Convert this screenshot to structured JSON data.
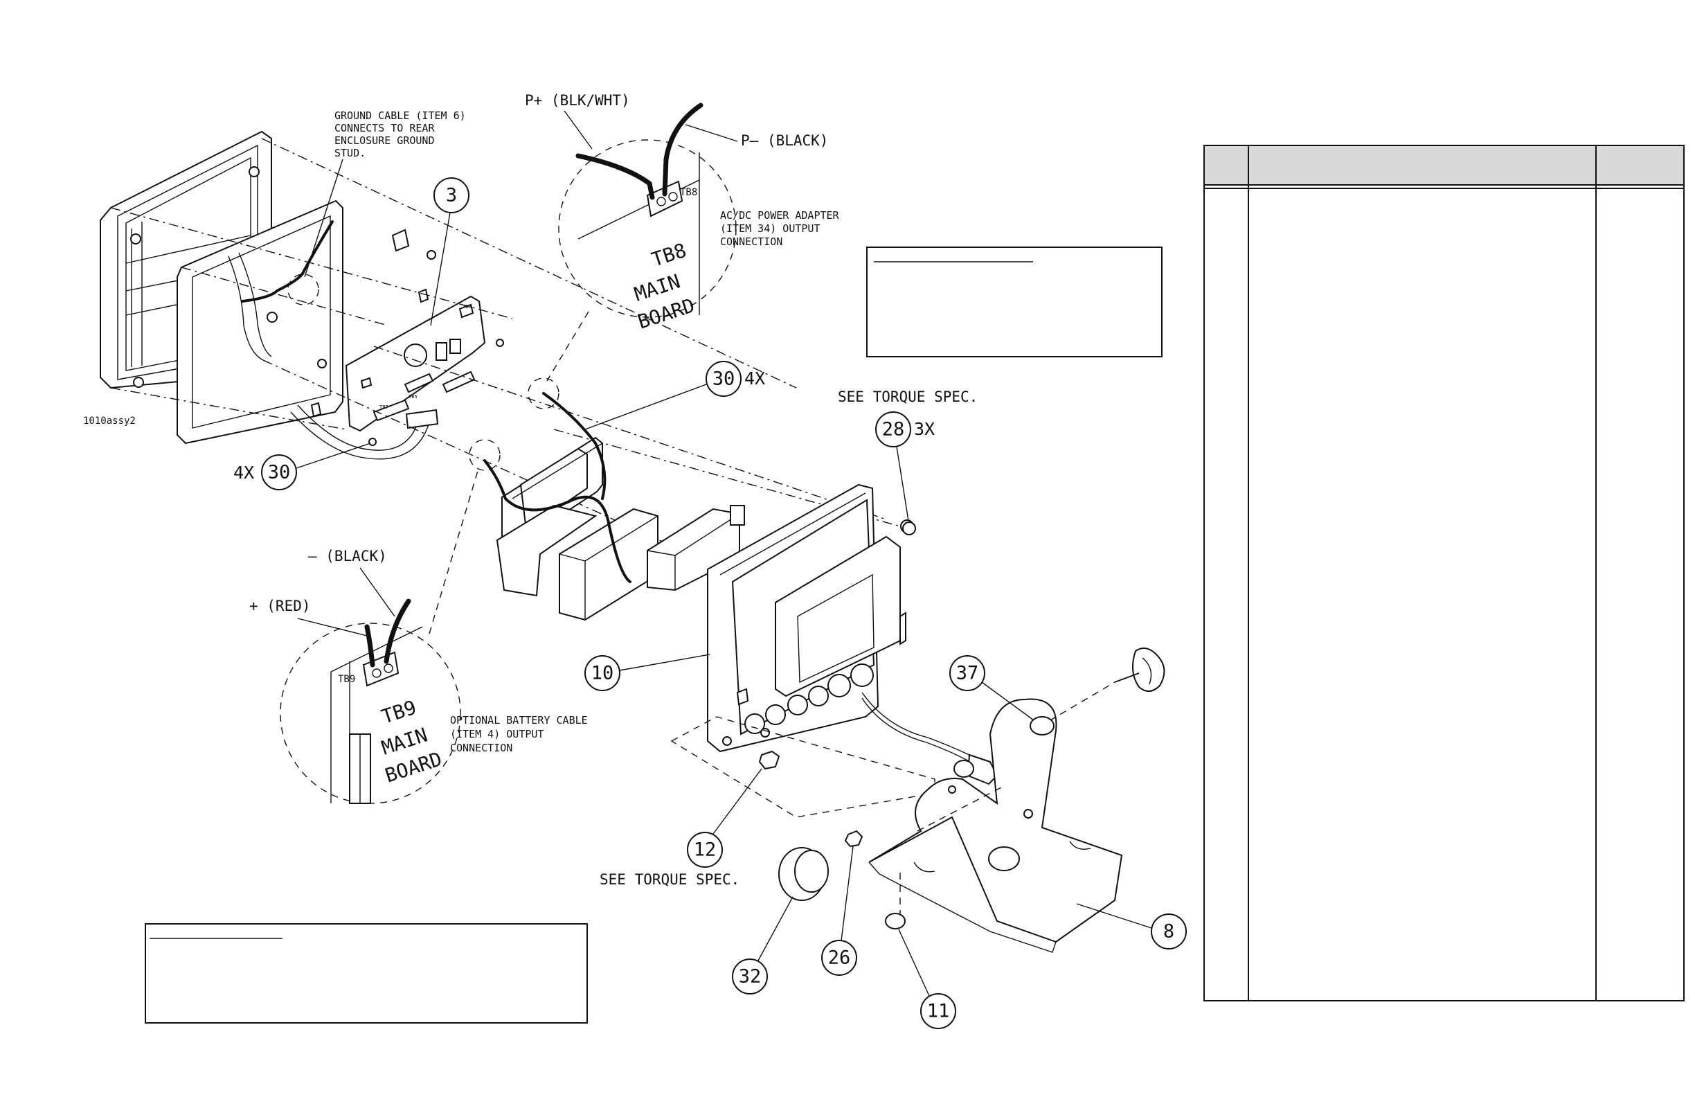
{
  "drawing": {
    "id_label": "1010assy2"
  },
  "callouts": [
    {
      "num": "3",
      "qty": ""
    },
    {
      "num": "30",
      "qty": "4X"
    },
    {
      "num": "30",
      "qty": "4X"
    },
    {
      "num": "28",
      "qty": "3X"
    },
    {
      "num": "10",
      "qty": ""
    },
    {
      "num": "12",
      "qty": ""
    },
    {
      "num": "37",
      "qty": ""
    },
    {
      "num": "8",
      "qty": ""
    },
    {
      "num": "32",
      "qty": ""
    },
    {
      "num": "26",
      "qty": ""
    },
    {
      "num": "11",
      "qty": ""
    }
  ],
  "notes": {
    "ground_cable": [
      "GROUND CABLE (ITEM 6)",
      "CONNECTS TO REAR",
      "ENCLOSURE GROUND",
      "STUD."
    ],
    "ac_dc": [
      "AC/DC POWER ADAPTER",
      "(ITEM 34) OUTPUT",
      "CONNECTION"
    ],
    "battery": [
      "OPTIONAL BATTERY CABLE",
      "(ITEM 4) OUTPUT",
      "CONNECTION"
    ],
    "torque_top": "SEE TORQUE SPEC.",
    "torque_bottom": "SEE TORQUE SPEC."
  },
  "wires": {
    "p_plus": "P+ (BLK/WHT)",
    "p_minus": "P– (BLACK)",
    "minus_black": "– (BLACK)",
    "plus_red": "+ (RED)"
  },
  "detail_tb8": {
    "tag": "TB8",
    "big1": "TB8",
    "big2": "MAIN",
    "big3": "BOARD"
  },
  "detail_tb9": {
    "tag": "TB9",
    "big1": "TB9",
    "big2": "MAIN",
    "big3": "BOARD"
  },
  "board_labels": {
    "tb8": "TB8",
    "tb9": "TB9",
    "tb5": "TB5",
    "tb7": "TB7"
  },
  "parts_table": {
    "header_fill": "#d9d9d9",
    "columns": [
      "",
      "",
      ""
    ],
    "rows": []
  }
}
